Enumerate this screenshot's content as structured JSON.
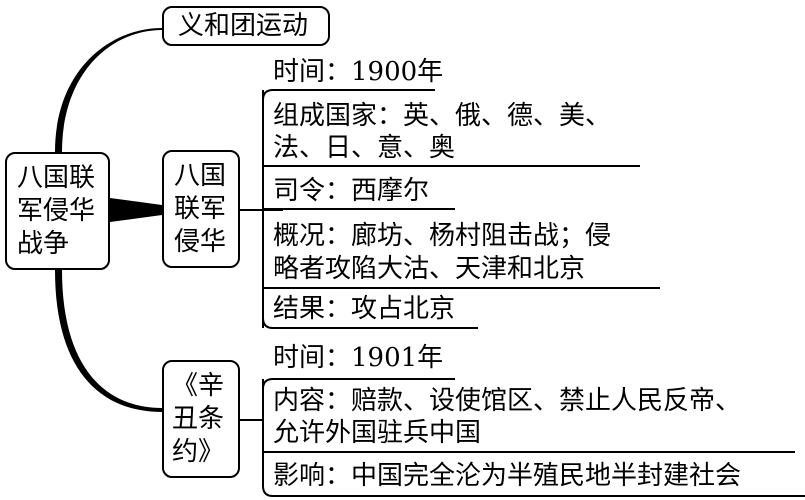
{
  "root": {
    "line1": "八国联",
    "line2": "军侵华",
    "line3": "战争"
  },
  "branches": {
    "boxer": {
      "label": "义和团运动"
    },
    "invasion": {
      "line1": "八国",
      "line2": "联军",
      "line3": "侵华",
      "details": {
        "time": "时间：1900年",
        "countries_line1": "组成国家：英、俄、德、美、",
        "countries_line2": "法、日、意、奥",
        "commander": "司令：西摩尔",
        "overview_line1": "概况：廊坊、杨村阻击战；侵",
        "overview_line2": "略者攻陷大沽、天津和北京",
        "result": "结果：攻占北京"
      }
    },
    "treaty": {
      "line1": "《辛",
      "line2": "丑条",
      "line3": "约》",
      "details": {
        "time": "时间：1901年",
        "content_line1": "内容：赔款、设使馆区、禁止人民反帝、",
        "content_line2": "允许外国驻兵中国",
        "impact": "影响：中国完全沦为半殖民地半封建社会"
      }
    }
  }
}
